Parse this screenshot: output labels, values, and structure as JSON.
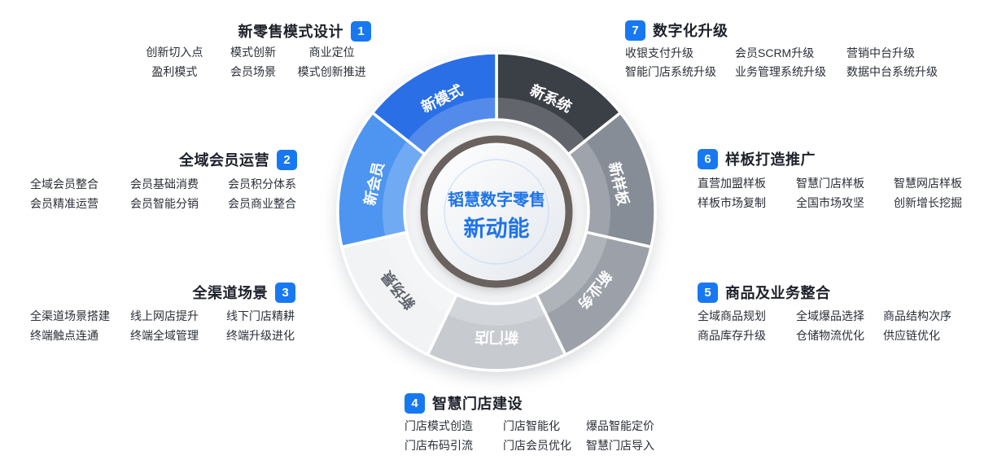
{
  "center": {
    "line1": "韬慧数字零售",
    "line2": "新动能",
    "text_color": "#1E74E8",
    "ring_color": "#6A625E",
    "inner_ring_color": "#CBDEF8"
  },
  "badge_color": "#1778F2",
  "wheel": {
    "segments": [
      {
        "label": "新系统",
        "color": "#3B3F46",
        "text_color": "#FFFFFF"
      },
      {
        "label": "新样板",
        "color": "#878D96",
        "text_color": "#FFFFFF"
      },
      {
        "label": "新业务",
        "color": "#9CA1A9",
        "text_color": "#FFFFFF"
      },
      {
        "label": "新门店",
        "color": "#C7CBD0",
        "text_color": "#FFFFFF"
      },
      {
        "label": "新场景",
        "color": "#F2F3F5",
        "text_color": "#5E646B"
      },
      {
        "label": "新会员",
        "color": "#4D95F0",
        "text_color": "#FFFFFF"
      },
      {
        "label": "新模式",
        "color": "#2A6FE6",
        "text_color": "#FFFFFF"
      }
    ]
  },
  "sections": [
    {
      "num": "1",
      "title": "新零售模式设计",
      "items": [
        [
          "创新切入点",
          "模式创新",
          "商业定位"
        ],
        [
          "盈利模式",
          "会员场景",
          "模式创新推进"
        ]
      ]
    },
    {
      "num": "2",
      "title": "全域会员运营",
      "items": [
        [
          "全域会员整合",
          "会员基础消费",
          "会员积分体系"
        ],
        [
          "会员精准运营",
          "会员智能分销",
          "会员商业整合"
        ]
      ]
    },
    {
      "num": "3",
      "title": "全渠道场景",
      "items": [
        [
          "全渠道场景搭建",
          "线上网店提升",
          "线下门店精耕"
        ],
        [
          "终端触点连通",
          "终端全域管理",
          "终端升级进化"
        ]
      ]
    },
    {
      "num": "4",
      "title": "智慧门店建设",
      "items": [
        [
          "门店模式创造",
          "门店智能化",
          "爆品智能定价"
        ],
        [
          "门店布码引流",
          "门店会员优化",
          "智慧门店导入"
        ]
      ]
    },
    {
      "num": "5",
      "title": "商品及业务整合",
      "items": [
        [
          "全域商品规划",
          "全域爆品选择",
          "商品结构次序"
        ],
        [
          "商品库存升级",
          "仓储物流优化",
          "供应链优化"
        ]
      ]
    },
    {
      "num": "6",
      "title": "样板打造推广",
      "items": [
        [
          "直营加盟样板",
          "智慧门店样板",
          "智慧网店样板"
        ],
        [
          "样板市场复制",
          "全国市场攻坚",
          "创新增长挖掘"
        ]
      ]
    },
    {
      "num": "7",
      "title": "数字化升级",
      "items": [
        [
          "收银支付升级",
          "会员SCRM升级",
          "营销中台升级"
        ],
        [
          "智能门店系统升级",
          "业务管理系统升级",
          "数据中台系统升级"
        ]
      ]
    }
  ]
}
